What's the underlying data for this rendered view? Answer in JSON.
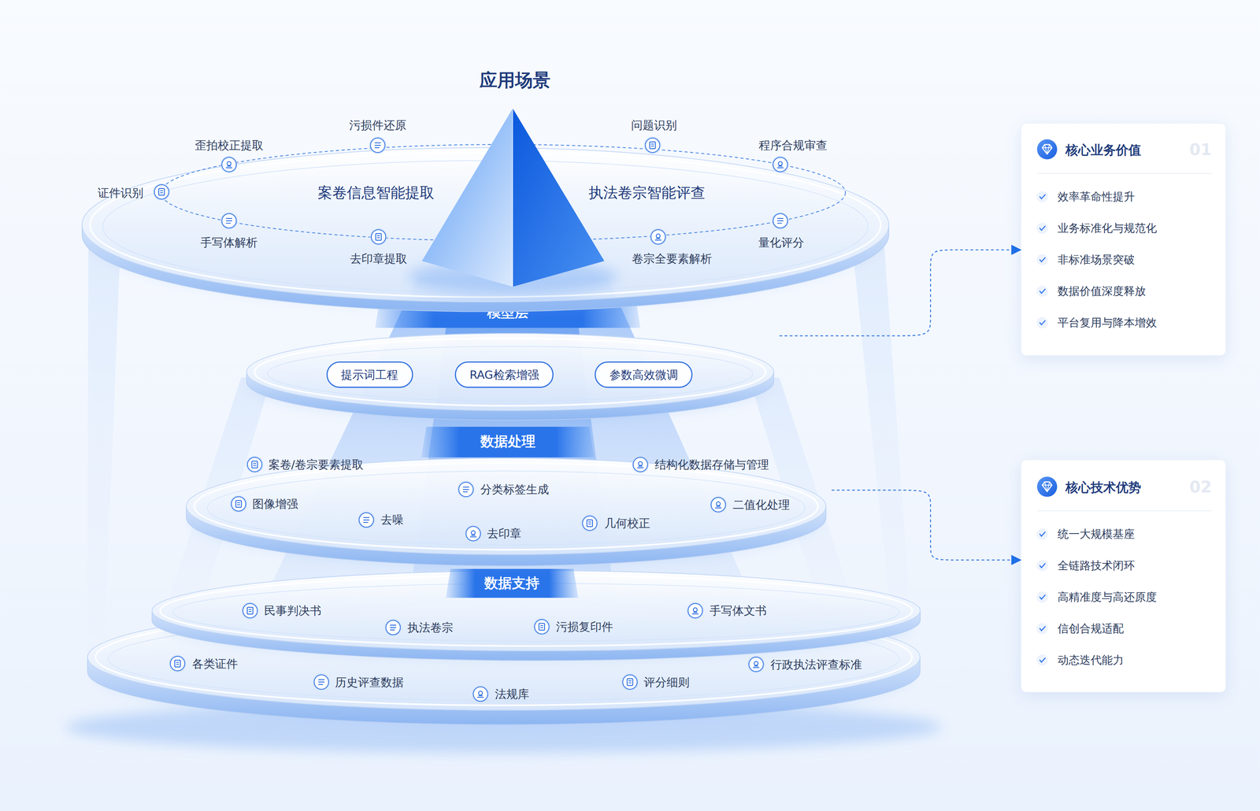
{
  "diagram": {
    "nodes": [
      {
        "text": [
          "应用场景",
          "证件识别",
          "歪拍校正提取",
          "污损件还原",
          "问题识别",
          "程序合规审查",
          "案卷信息智能提取",
          "执法卷宗智能评查",
          "手写体解析",
          "去印章提取",
          "卷宗全要素解析",
          "量化评分"
        ]
      },
      {
        "text": [
          "模型层"
        ]
      },
      {
        "text": [
          "提示词工程"
        ],
        "in": 1
      },
      {
        "text": [
          "RAG检索增强"
        ],
        "in": 1
      },
      {
        "text": [
          "参数高效微调"
        ],
        "in": 1
      },
      {
        "text": [
          "数据处理",
          "案卷/卷宗要素提取",
          "结构化数据存储与管理",
          "分类标签生成",
          "图像增强",
          "二值化处理",
          "去噪",
          "几何校正",
          "去印章"
        ]
      },
      {
        "text": [
          "数据支持",
          "民事判决书",
          "手写体文书",
          "执法卷宗",
          "污损复印件"
        ]
      },
      {
        "text": [
          "各类证件",
          "行政执法评查标准",
          "历史评查数据",
          "评分细则",
          "法规库"
        ]
      },
      {
        "text": [
          "核心业务价值",
          "01",
          "效率革命性提升",
          "业务标准化与规范化",
          "非标准场景突破",
          "数据价值深度释放",
          "平台复用与降本增效"
        ]
      },
      {
        "text": [
          "核心技术优势",
          "02",
          "统一大规模基座",
          "全链路技术闭环",
          "高精准度与高还原度",
          "信创合规适配",
          "动态迭代能力"
        ]
      }
    ],
    "edges": [
      {
        "from": 1,
        "to": 8,
        "arrow": "to"
      },
      {
        "from": 5,
        "to": 9,
        "arrow": "to"
      }
    ]
  }
}
